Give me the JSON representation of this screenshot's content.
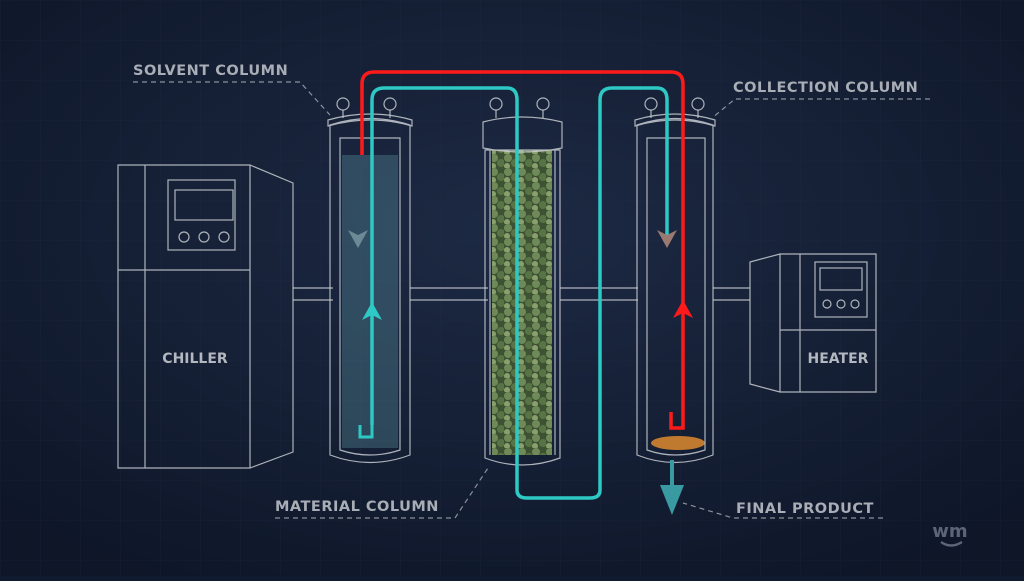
{
  "labels": {
    "solvent_column": "SOLVENT COLUMN",
    "collection_column": "COLLECTION COLUMN",
    "material_column": "MATERIAL COLUMN",
    "final_product": "FINAL PRODUCT",
    "chiller": "CHILLER",
    "heater": "HEATER"
  },
  "logo": "wm",
  "colors": {
    "background": "#17223a",
    "cold_pipe": "#2ec9c4",
    "hot_pipe": "#ff1a1a",
    "product": "#c07a30",
    "plant_material": "#4f6b3e"
  }
}
